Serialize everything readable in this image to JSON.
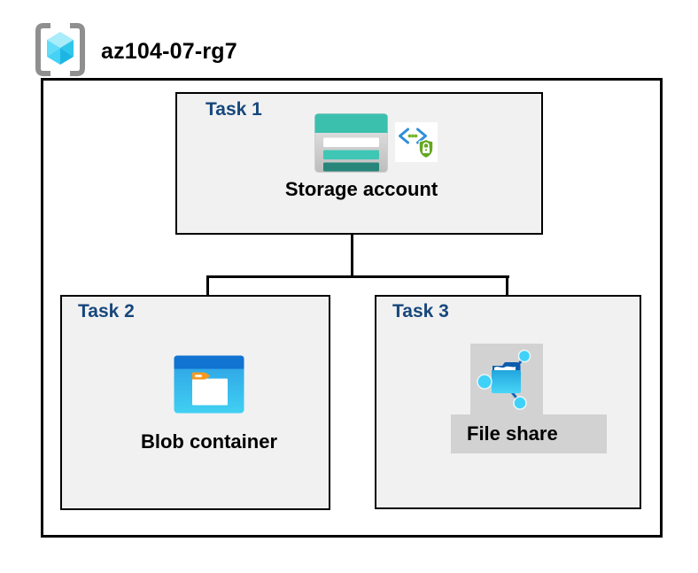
{
  "header": {
    "resource_group": "az104-07-rg7"
  },
  "tasks": {
    "task1": {
      "label": "Task 1",
      "resource": "Storage account"
    },
    "task2": {
      "label": "Task 2",
      "resource": "Blob container"
    },
    "task3": {
      "label": "Task 3",
      "resource": "File share"
    }
  },
  "icons": {
    "resource_group": "resource-group-icon",
    "storage_account": "storage-account-icon",
    "secure_access": "secure-access-icon",
    "blob_container": "blob-container-icon",
    "file_share": "file-share-icon"
  },
  "colors": {
    "task_label_blue": "#17477c",
    "task_box_fill": "#f1f1f1",
    "box_border": "#000000",
    "connector": "#000000",
    "storage_teal": "#3cc0ae",
    "storage_teal_dark": "#27857a",
    "blob_titlebar_blue": "#1173d2",
    "blob_body_cyan": "#41d0f2",
    "folder_tab_orange": "#f59a23",
    "secure_shield_green": "#63a71f",
    "chevron_blue": "#2e8fd9",
    "file_share_backdrop_gray": "#d2d2d2",
    "cube_cyan": "#55d8f6",
    "bracket_gray": "#8f8f8f"
  }
}
